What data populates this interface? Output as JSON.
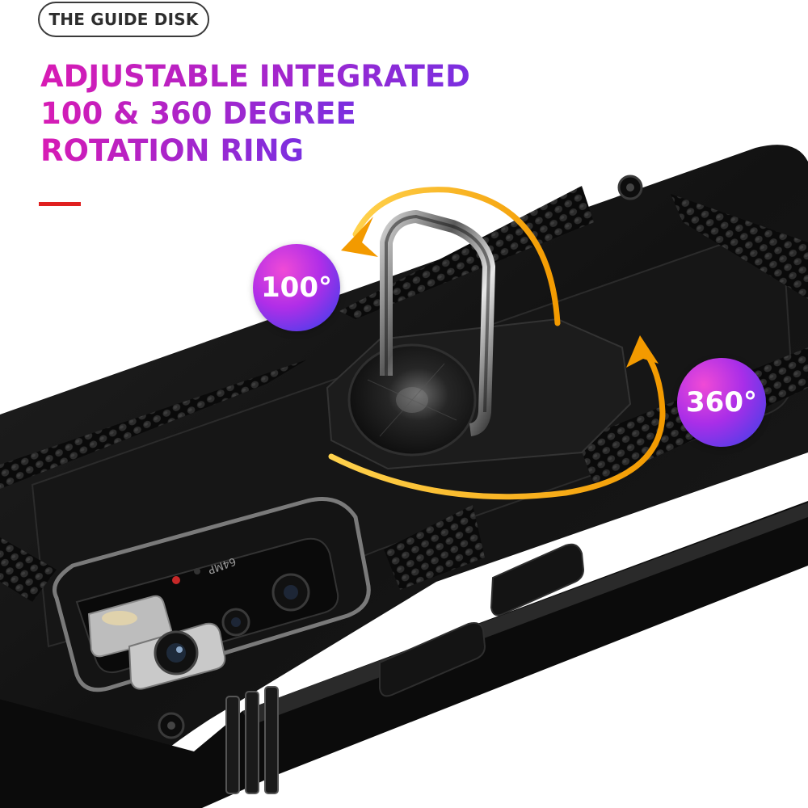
{
  "badge_label": "THE GUIDE DISK",
  "headline": {
    "line1": "ADJUSTABLE INTEGRATED",
    "line2": "100 & 360 DEGREE",
    "line3": "ROTATION RING"
  },
  "callouts": {
    "tilt_angle": "100°",
    "spin_angle": "360°"
  },
  "camera_module_text": "64MP",
  "colors": {
    "headline_gradient_start": "#d81bb4",
    "headline_gradient_end": "#7a2fe0",
    "accent_bar": "#e02020",
    "arrow": "#f5a800",
    "case": "#141414",
    "badge_gradient_start": "#f04ad6",
    "badge_gradient_end": "#3f3ee0"
  }
}
